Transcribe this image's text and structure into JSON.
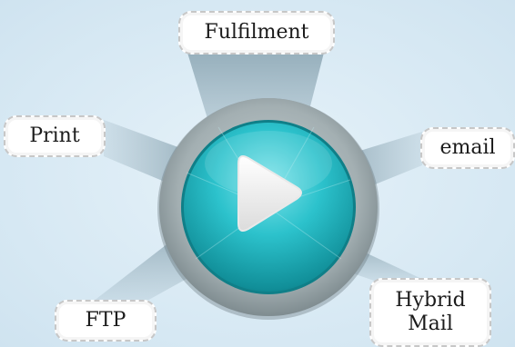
{
  "diagram": {
    "center": {
      "icon": "play-icon",
      "colors": {
        "outer_ring": "#9aa8ab",
        "inner_face": "#1fb8c2",
        "glyph": "#f2f2f2"
      }
    },
    "nodes": [
      {
        "id": "fulfilment",
        "label": "Fulfilment"
      },
      {
        "id": "print",
        "label": "Print"
      },
      {
        "id": "email",
        "label": "email"
      },
      {
        "id": "ftp",
        "label": "FTP"
      },
      {
        "id": "hybrid",
        "label": "Hybrid\nMail"
      }
    ],
    "ray_color": "#9fb6c2",
    "background": "#dcebf5"
  }
}
